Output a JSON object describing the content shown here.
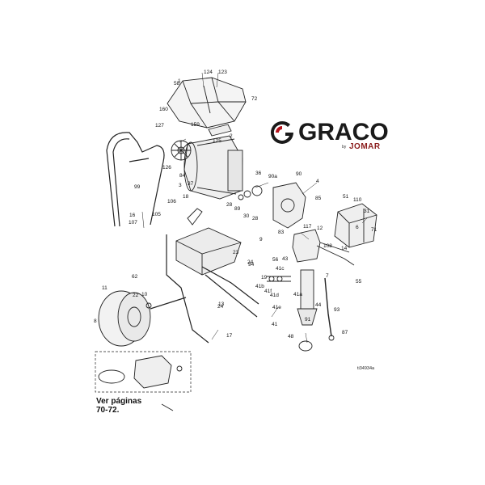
{
  "brand": {
    "name": "GRACO",
    "by": "by",
    "sub": "JOMAR",
    "icon": "graco-logo-icon",
    "mark_color": "#b5121b"
  },
  "figure_code": "ti34934a",
  "reference_note": [
    "Ver páginas",
    "70-72."
  ],
  "callouts": [
    "124",
    "123",
    "58",
    "72",
    "160",
    "127",
    "159",
    "125",
    "126",
    "84",
    "36",
    "90a",
    "90",
    "99",
    "37",
    "106",
    "18",
    "107",
    "105",
    "28",
    "89",
    "30",
    "28",
    "85",
    "51",
    "110",
    "31",
    "71",
    "117",
    "83",
    "12",
    "108",
    "14",
    "62",
    "23",
    "24",
    "94",
    "56",
    "43",
    "19",
    "41c",
    "55",
    "11",
    "22",
    "10",
    "41b",
    "41f",
    "41a",
    "44",
    "41d",
    "41e",
    "24",
    "41",
    "93",
    "8",
    "17",
    "91",
    "48",
    "87",
    "3",
    "9",
    "4",
    "6",
    "1",
    "2",
    "16",
    "13",
    "7"
  ]
}
